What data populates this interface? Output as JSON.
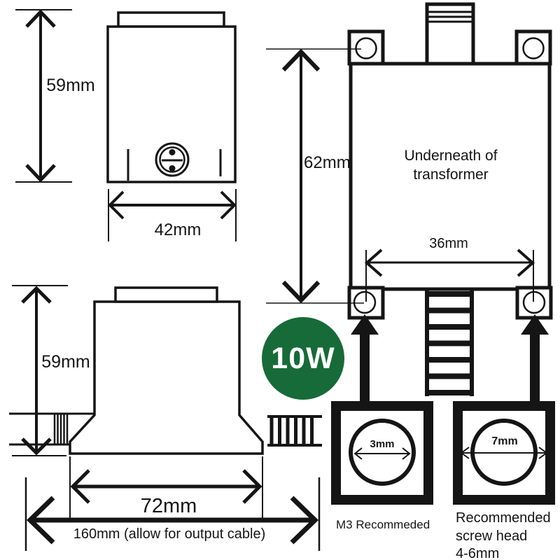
{
  "front_view": {
    "height_label": "59mm",
    "width_label": "42mm"
  },
  "underneath_view": {
    "title_line1": "Underneath of",
    "title_line2": "transformer",
    "height_label": "62mm",
    "hole_spacing_label": "36mm"
  },
  "side_view": {
    "height_label": "59mm",
    "base_width_label": "72mm",
    "clearance_label": "160mm (allow for output cable)"
  },
  "screw_detail": {
    "pilot_hole": {
      "diameter_label": "3mm",
      "caption": "M3 Recommeded"
    },
    "screw_head": {
      "diameter_label": "7mm",
      "caption_line1": "Recommended",
      "caption_line2": "screw head",
      "caption_line3": "4-6mm"
    }
  },
  "power_badge": {
    "label": "10W",
    "color": "#176b38"
  },
  "ink_color": "#151515"
}
